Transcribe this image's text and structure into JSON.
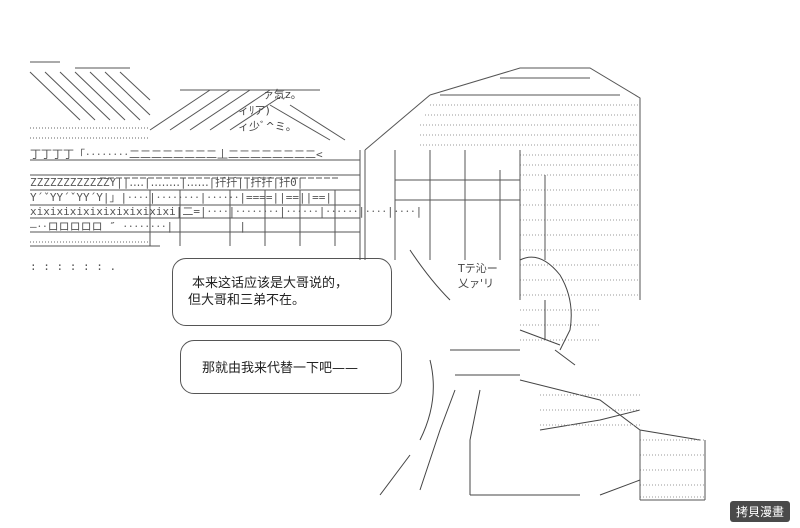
{
  "speech": {
    "bubble1": {
      "line1": "本来这话应该是大哥说的，",
      "line2": "但大哥和三弟不在。"
    },
    "bubble2": {
      "line1": "那就由我来代替一下吧——"
    }
  },
  "art_labels": {
    "tent_text": "Tテ沁ー",
    "tent_text2": "乂ァ'リ",
    "sign_text": "ァ忥z。",
    "sign_text2": "ィﾘア)",
    "sign_text3": "ィ少ﾞ^ミ。"
  },
  "watermark": {
    "label": "拷貝漫畫"
  }
}
